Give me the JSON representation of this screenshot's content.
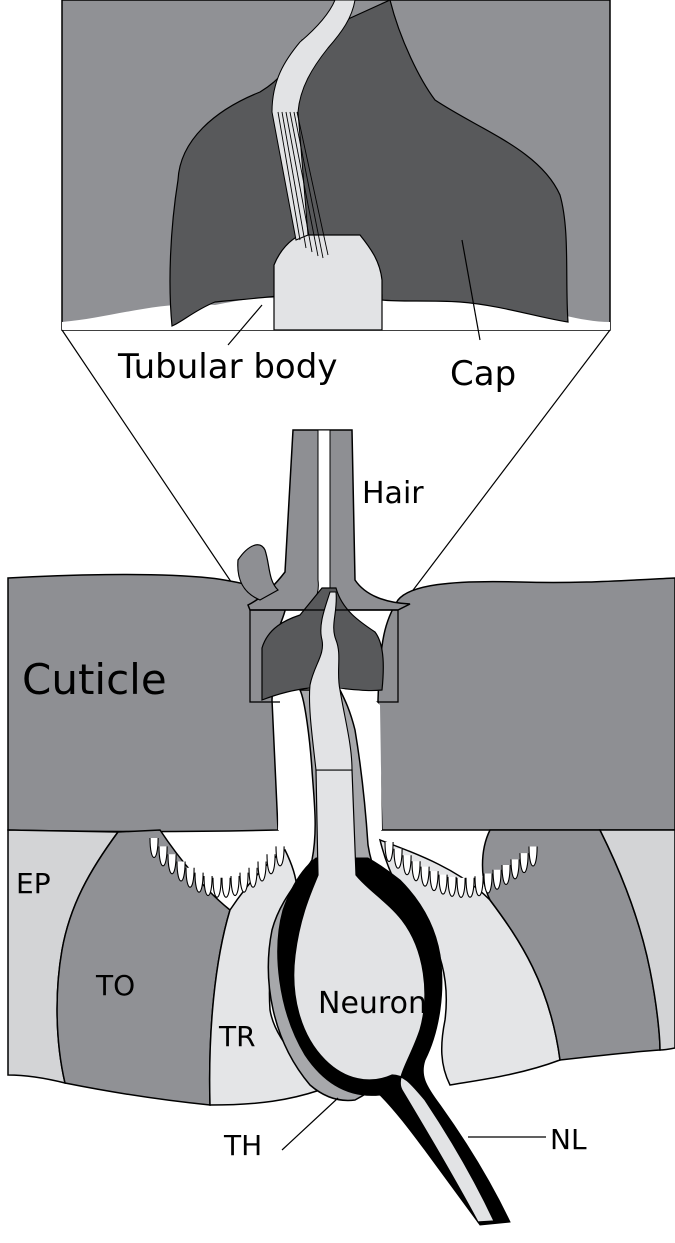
{
  "labels": {
    "tubular_body": "Tubular body",
    "cap": "Cap",
    "hair": "Hair",
    "cuticle": "Cuticle",
    "ep": "EP",
    "to": "TO",
    "tr": "TR",
    "neuron": "Neuron",
    "th": "TH",
    "nl": "NL"
  },
  "colors": {
    "inset_background": "#909195",
    "cap": "#58595b",
    "tubular_body": "#e2e3e5",
    "cuticle": "#8e8f93",
    "hair": "#8e8f93",
    "cap_small": "#58595b",
    "epidermis": "#d3d4d6",
    "tormogen": "#909195",
    "trichogen": "#e4e5e7",
    "thecogen": "#a7a8ab",
    "neuron": "#e2e3e5",
    "outline": "#000000"
  }
}
